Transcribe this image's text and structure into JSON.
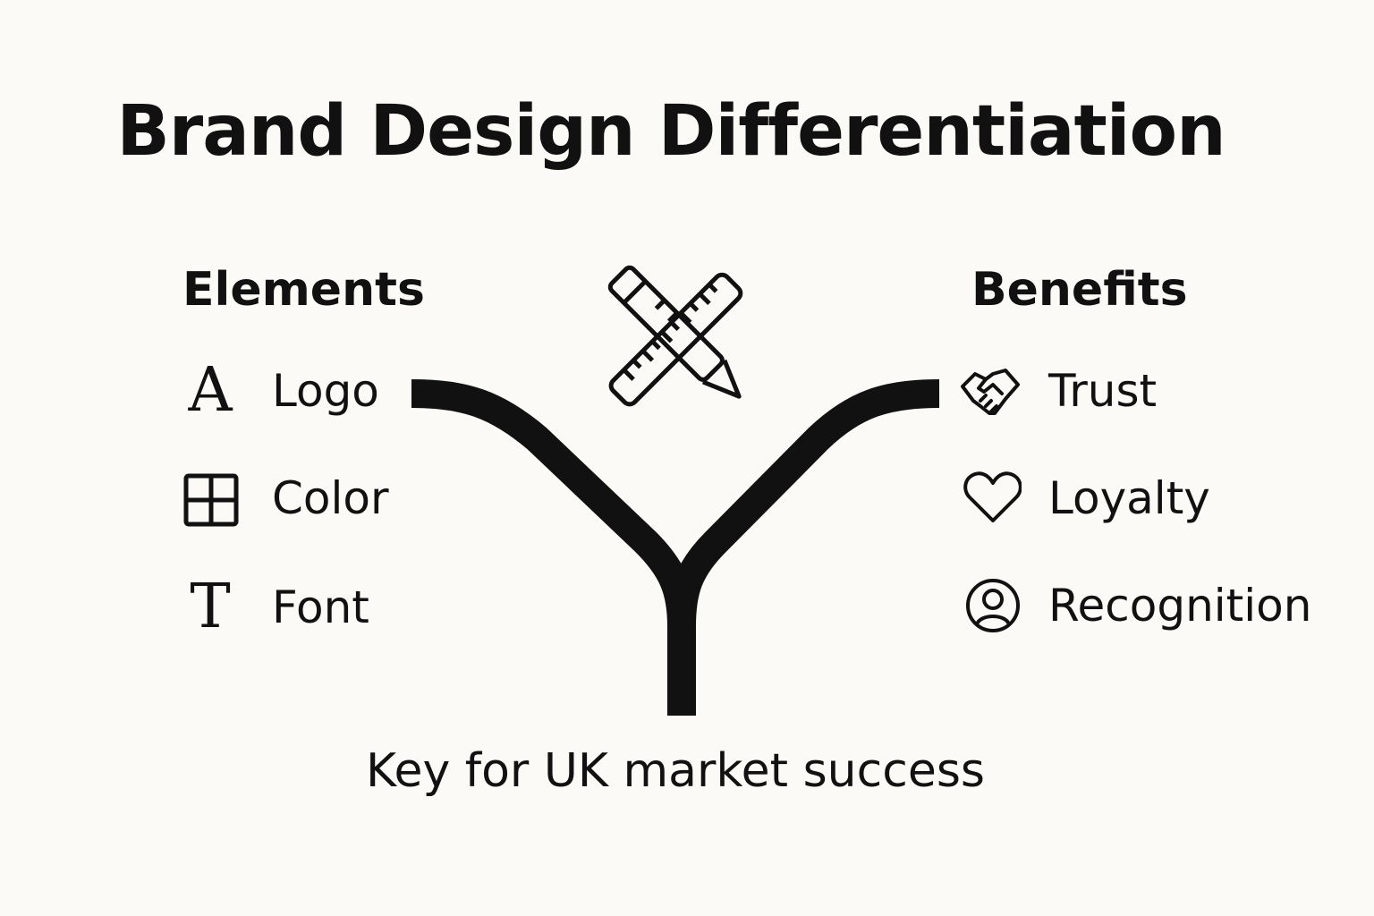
{
  "title": "Brand Design Differentiation",
  "elements": {
    "heading": "Elements",
    "items": [
      {
        "label": "Logo",
        "icon": "letter-a-icon",
        "glyph": "A"
      },
      {
        "label": "Color",
        "icon": "color-grid-icon"
      },
      {
        "label": "Font",
        "icon": "letter-t-icon",
        "glyph": "T"
      }
    ]
  },
  "benefits": {
    "heading": "Benefits",
    "items": [
      {
        "label": "Trust",
        "icon": "handshake-icon"
      },
      {
        "label": "Loyalty",
        "icon": "heart-icon"
      },
      {
        "label": "Recognition",
        "icon": "user-circle-icon"
      }
    ]
  },
  "center_icon": "crossed-pencil-ruler-icon",
  "caption": "Key for UK market success",
  "colors": {
    "background": "#fbfaf6",
    "ink": "#111111"
  }
}
